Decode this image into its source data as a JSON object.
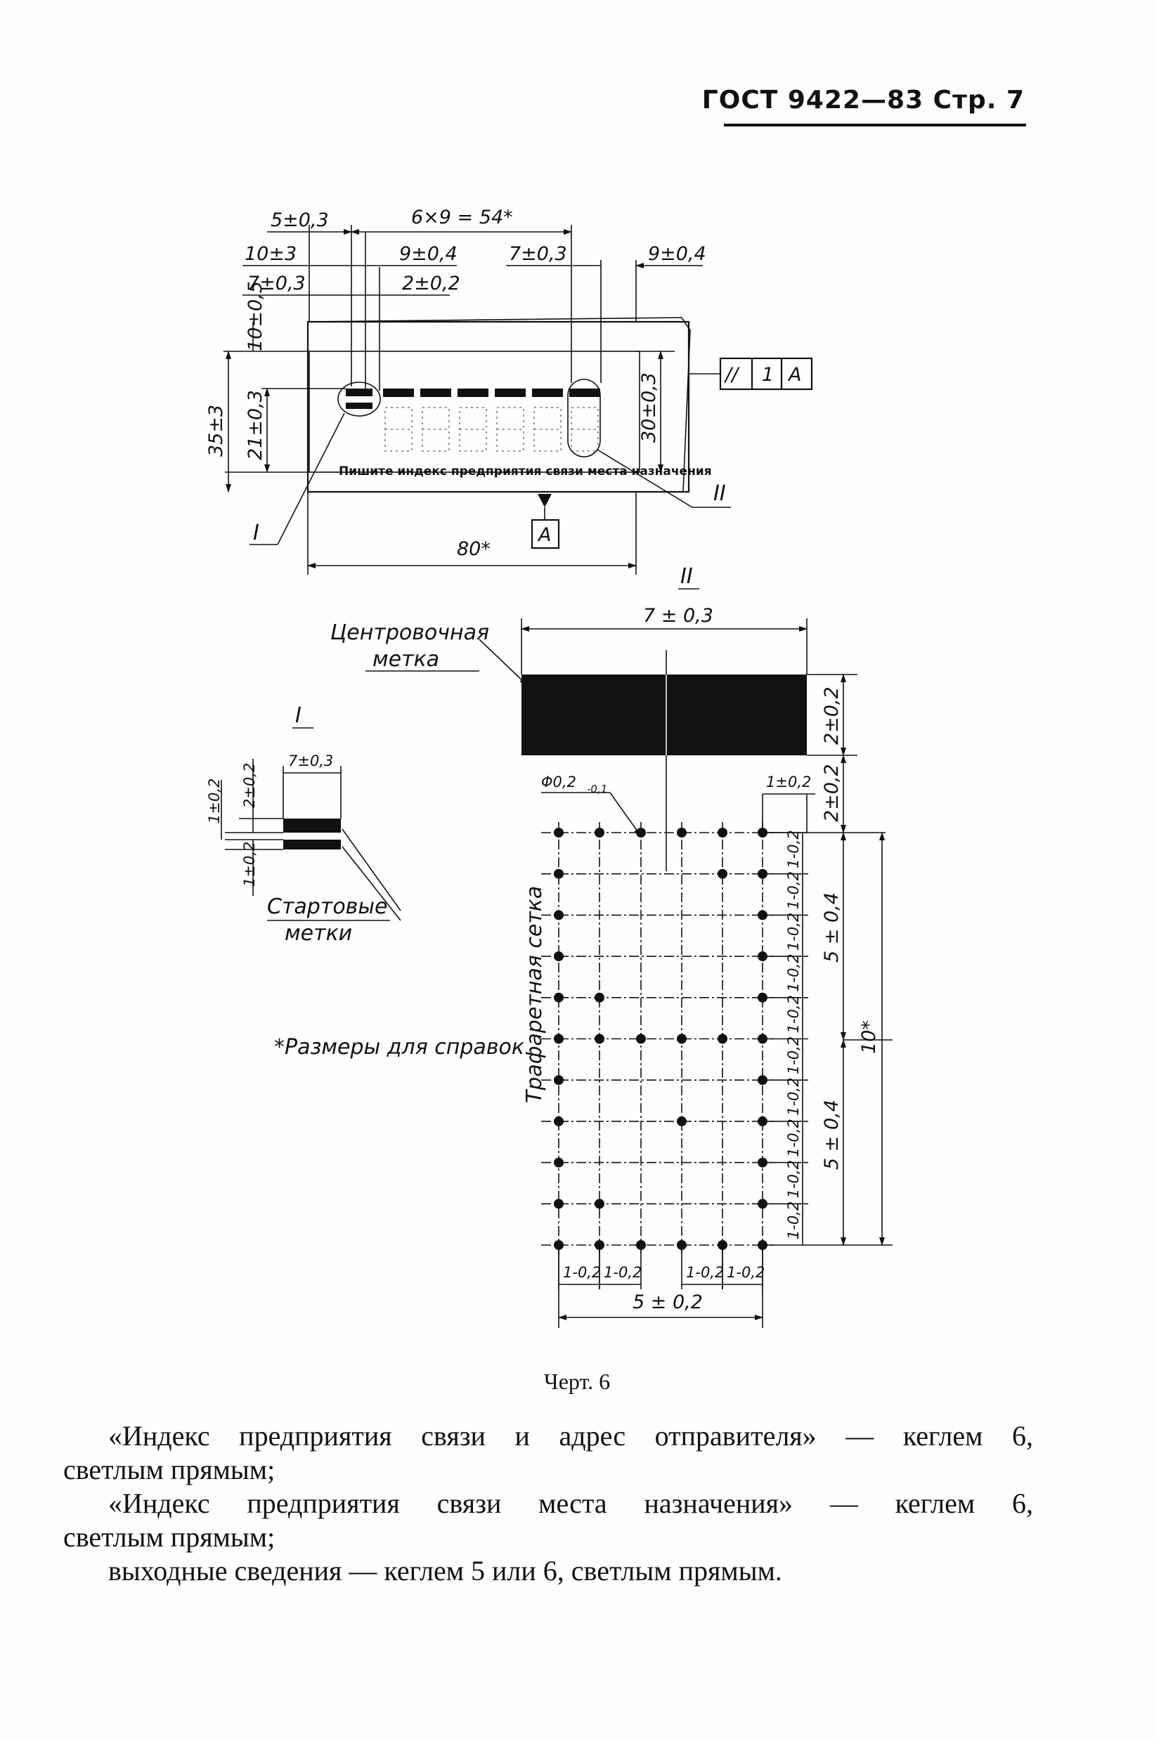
{
  "header": {
    "title": "ГОСТ 9422—83 Стр. 7"
  },
  "figure_main": {
    "dims": {
      "d5": "5±0,3",
      "d6x9": "6×9 = 54*",
      "d10": "10±3",
      "d9a": "9±0,4",
      "d7a": "7±0,3",
      "d9b": "9±0,4",
      "d7b": "7±0,3",
      "d2": "2±0,2",
      "d10_5": "10±0,5",
      "d35": "35±3",
      "d21": "21±0,3",
      "d30": "30±0,3",
      "d80": "80*"
    },
    "inner_label": "Пишите индекс предприятия связи места назначения",
    "tolerance_frame": [
      "//",
      "1",
      "A"
    ],
    "datum": "A",
    "view_i": "I",
    "view_ii": "II"
  },
  "figure_ii": {
    "title": "II",
    "width_dim": "7 ± 0,3",
    "mark_label_1": "Центровочная",
    "mark_label_2": "метка",
    "h_dim_1": "2±0,2",
    "h_dim_2": "2±0,2",
    "small_dim": "1±0,2",
    "dot_dim": "Φ0,2",
    "dot_dim_sub": "-0,1",
    "grid_label": "Трафаретная сетка",
    "step": "1-0,2",
    "half_h_1": "5 ± 0,4",
    "half_h_2": "5 ± 0,4",
    "total_h": "10*",
    "total_w": "5 ± 0,2"
  },
  "figure_i": {
    "title": "I",
    "width_dim": "7±0,3",
    "d1": "2±0,2",
    "d2": "1±0,2",
    "d3": "1±0,2",
    "label_1": "Стартовые",
    "label_2": "метки"
  },
  "footnote": "*Размеры для справок",
  "caption": "Черт. 6",
  "body": {
    "p1a": "«Индекс предприятия связи и адрес отправителя» — кеглем 6,",
    "p1b": "светлым прямым;",
    "p2a": "«Индекс предприятия связи места назначения» — кеглем 6,",
    "p2b": "светлым прямым;",
    "p3": "выходные сведения — кеглем 5 или 6, светлым прямым."
  }
}
